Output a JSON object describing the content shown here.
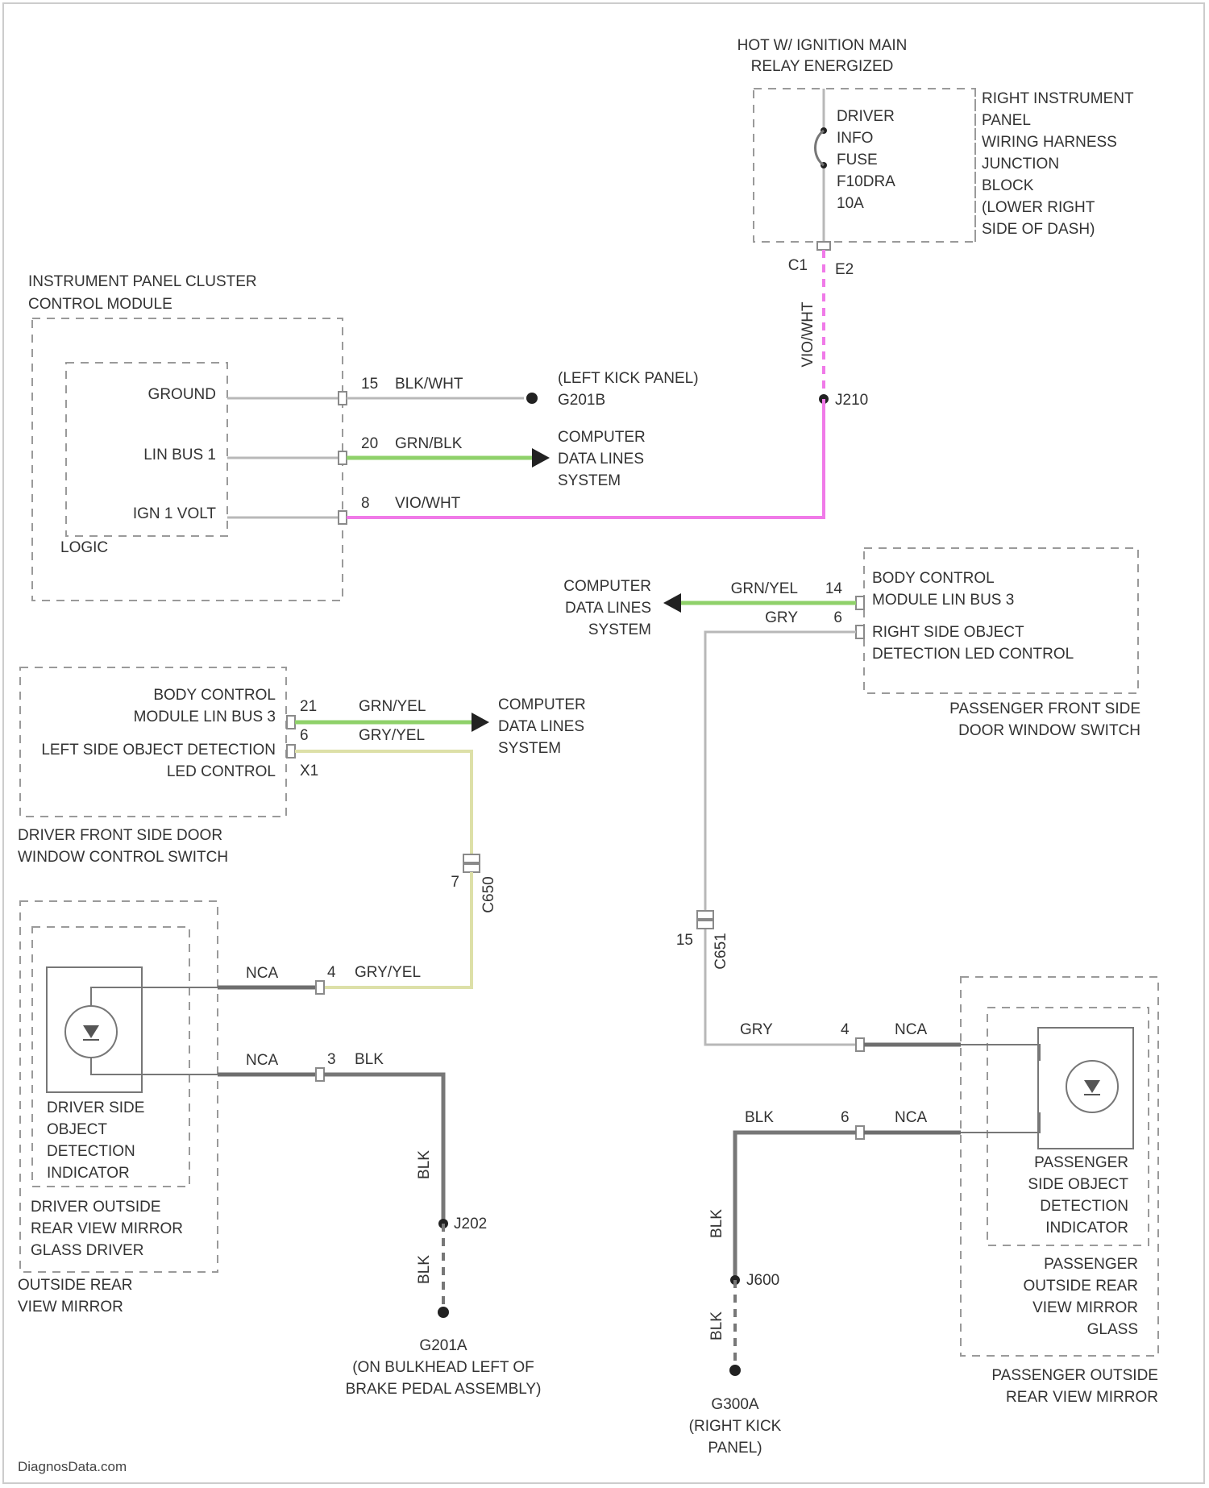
{
  "hot_relay": {
    "line1": "HOT W/ IGNITION MAIN",
    "line2": "RELAY ENERGIZED"
  },
  "fuse": {
    "l1": "DRIVER",
    "l2": "INFO",
    "l3": "FUSE",
    "l4": "F10DRA",
    "l5": "10A"
  },
  "junction_block": {
    "l1": "RIGHT INSTRUMENT",
    "l2": "PANEL",
    "l3": "WIRING HARNESS",
    "l4": "JUNCTION",
    "l5": "BLOCK",
    "l6": "(LOWER RIGHT",
    "l7": "SIDE OF DASH)"
  },
  "fuse_pins": {
    "pin_a": "C1",
    "pin_b": "E2"
  },
  "pink_wire_color": "VIO/WHT",
  "splice_j210": "J210",
  "ipc": {
    "l1": "INSTRUMENT PANEL CLUSTER",
    "l2": "CONTROL MODULE",
    "ground": "GROUND",
    "lin": "LIN BUS 1",
    "ign": "IGN 1 VOLT",
    "logic": "LOGIC"
  },
  "ipc_wires": {
    "w1_pin": "15",
    "w1_color": "BLK/WHT",
    "w2_pin": "20",
    "w2_color": "GRN/BLK",
    "w3_pin": "8",
    "w3_color": "VIO/WHT"
  },
  "kick_ground": {
    "l1": "(LEFT KICK PANEL)",
    "l2": "G201B"
  },
  "cdl_1": {
    "l1": "COMPUTER",
    "l2": "DATA LINES",
    "l3": "SYSTEM"
  },
  "cdl_2": {
    "l1": "COMPUTER",
    "l2": "DATA LINES",
    "l3": "SYSTEM"
  },
  "cdl_3": {
    "l1": "COMPUTER",
    "l2": "DATA LINES",
    "l3": "SYSTEM"
  },
  "pass_switch": {
    "bcm_l1": "BODY CONTROL",
    "bcm_l2": "MODULE LIN BUS 3",
    "obj_l1": "RIGHT SIDE OBJECT",
    "obj_l2": "DETECTION LED CONTROL",
    "name_l1": "PASSENGER FRONT SIDE",
    "name_l2": "DOOR WINDOW SWITCH",
    "pin_a": "14",
    "color_a": "GRN/YEL",
    "pin_b": "6",
    "color_b": "GRY"
  },
  "drv_switch": {
    "bcm_l1": "BODY CONTROL",
    "bcm_l2": "MODULE LIN BUS 3",
    "obj_l1": "LEFT SIDE OBJECT DETECTION",
    "obj_l2": "LED CONTROL",
    "name_l1": "DRIVER FRONT SIDE DOOR",
    "name_l2": "WINDOW CONTROL SWITCH",
    "pin_a": "21",
    "color_a": "GRN/YEL",
    "pin_b": "6",
    "color_b": "GRY/YEL",
    "pin_c": "X1"
  },
  "conn_left": {
    "pin": "7",
    "name": "C650"
  },
  "conn_right": {
    "pin": "15",
    "name": "C651"
  },
  "drv_mirror": {
    "nca_1": "NCA",
    "pin_1": "4",
    "color_1": "GRY/YEL",
    "nca_2": "NCA",
    "pin_2": "3",
    "color_2": "BLK",
    "ind_l1": "DRIVER SIDE",
    "ind_l2": "OBJECT",
    "ind_l3": "DETECTION",
    "ind_l4": "INDICATOR",
    "glass_l1": "DRIVER OUTSIDE",
    "glass_l2": "REAR VIEW MIRROR",
    "glass_l3": "GLASS DRIVER",
    "mirror_l1": "OUTSIDE REAR",
    "mirror_l2": "VIEW MIRROR"
  },
  "left_ground": {
    "blk_a": "BLK",
    "splice": "J202",
    "blk_b": "BLK",
    "g_l1": "G201A",
    "g_l2": "(ON BULKHEAD LEFT OF",
    "g_l3": "BRAKE PEDAL ASSEMBLY)"
  },
  "pass_mirror": {
    "gry": "GRY",
    "pin_1": "4",
    "nca_1": "NCA",
    "blk": "BLK",
    "pin_2": "6",
    "nca_2": "NCA",
    "ind_l1": "PASSENGER",
    "ind_l2": "SIDE OBJECT",
    "ind_l3": "DETECTION",
    "ind_l4": "INDICATOR",
    "glass_l1": "PASSENGER",
    "glass_l2": "OUTSIDE REAR",
    "glass_l3": "VIEW MIRROR",
    "glass_l4": "GLASS",
    "mirror_l1": "PASSENGER OUTSIDE",
    "mirror_l2": "REAR VIEW MIRROR"
  },
  "right_ground": {
    "blk_a": "BLK",
    "splice": "J600",
    "blk_b": "BLK",
    "g_l1": "G300A",
    "g_l2": "(RIGHT KICK",
    "g_l3": "PANEL)"
  },
  "footer": "DiagnosData.com"
}
